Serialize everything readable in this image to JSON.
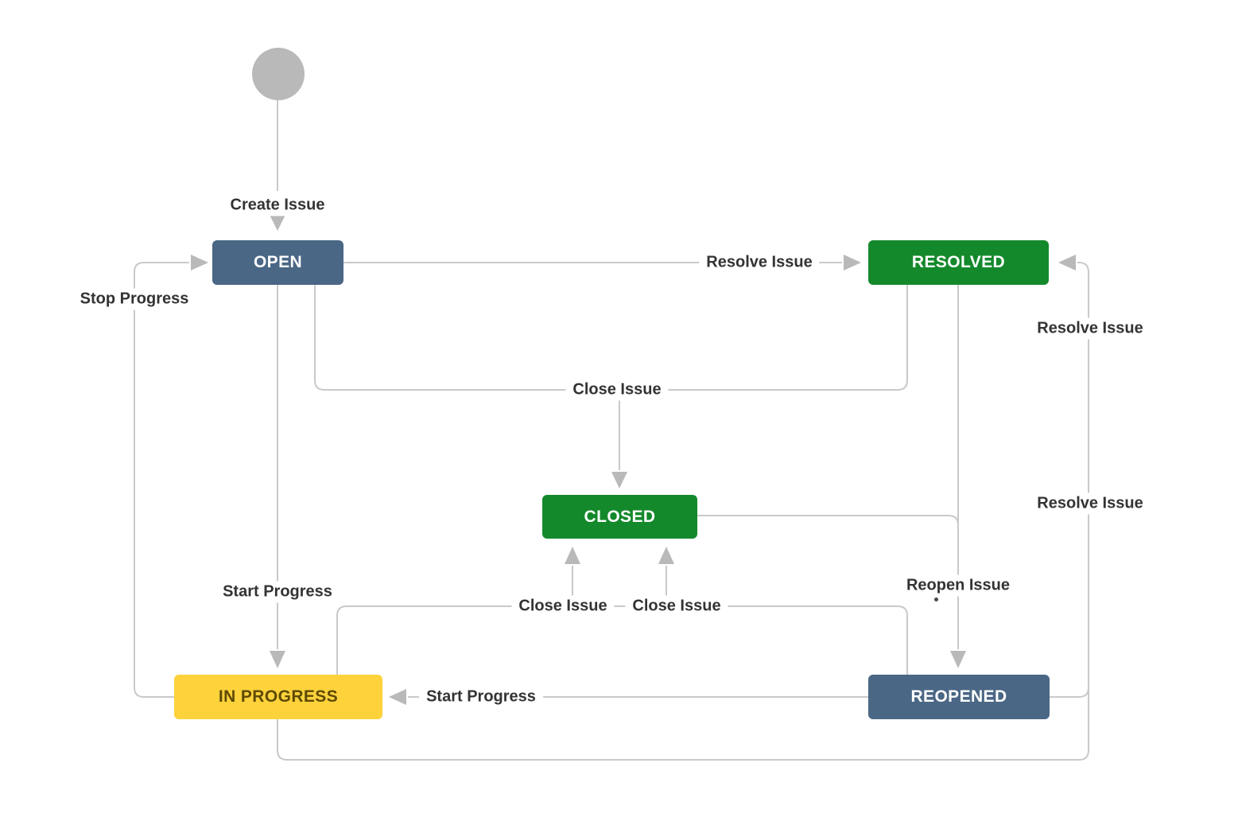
{
  "diagram": {
    "type": "workflow-state-diagram",
    "start_node": {
      "shape": "circle",
      "color": "#b9b9b9"
    },
    "states": {
      "open": {
        "label": "OPEN",
        "color": "#4a6785",
        "text_color": "#ffffff"
      },
      "resolved": {
        "label": "RESOLVED",
        "color": "#14892c",
        "text_color": "#ffffff"
      },
      "closed": {
        "label": "CLOSED",
        "color": "#14892c",
        "text_color": "#ffffff"
      },
      "in_progress": {
        "label": "IN PROGRESS",
        "color": "#fdd23b",
        "text_color": "#5e4a05"
      },
      "reopened": {
        "label": "REOPENED",
        "color": "#4a6785",
        "text_color": "#ffffff"
      }
    },
    "edge_labels": {
      "create_issue": "Create Issue",
      "stop_progress": "Stop Progress",
      "resolve_issue_open": "Resolve Issue",
      "close_issue_shared": "Close Issue",
      "resolve_issue_right_upper": "Resolve Issue",
      "resolve_issue_right_lower": "Resolve Issue",
      "reopen_issue": "Reopen Issue",
      "start_progress_open": "Start Progress",
      "close_issue_in_progress": "Close Issue",
      "close_issue_reopened": "Close Issue",
      "start_progress_reopened": "Start Progress"
    },
    "transitions": [
      {
        "from": "start",
        "to": "open",
        "label": "Create Issue"
      },
      {
        "from": "open",
        "to": "resolved",
        "label": "Resolve Issue"
      },
      {
        "from": "open",
        "to": "closed",
        "label": "Close Issue"
      },
      {
        "from": "open",
        "to": "in_progress",
        "label": "Start Progress"
      },
      {
        "from": "in_progress",
        "to": "open",
        "label": "Stop Progress"
      },
      {
        "from": "resolved",
        "to": "closed",
        "label": "Close Issue"
      },
      {
        "from": "resolved",
        "to": "reopened",
        "label": "Reopen Issue"
      },
      {
        "from": "closed",
        "to": "reopened",
        "label": "Reopen Issue"
      },
      {
        "from": "in_progress",
        "to": "closed",
        "label": "Close Issue"
      },
      {
        "from": "reopened",
        "to": "closed",
        "label": "Close Issue"
      },
      {
        "from": "reopened",
        "to": "in_progress",
        "label": "Start Progress"
      },
      {
        "from": "in_progress",
        "to": "resolved",
        "label": "Resolve Issue"
      },
      {
        "from": "reopened",
        "to": "resolved",
        "label": "Resolve Issue"
      }
    ]
  },
  "colors": {
    "background": "#ffffff",
    "line": "#c9c9c9",
    "arrowhead": "#b9b9b9",
    "label_text": "#333333",
    "start_node": "#b9b9b9",
    "state_blue": "#4a6785",
    "state_green": "#14892c",
    "state_yellow": "#fdd23b"
  }
}
